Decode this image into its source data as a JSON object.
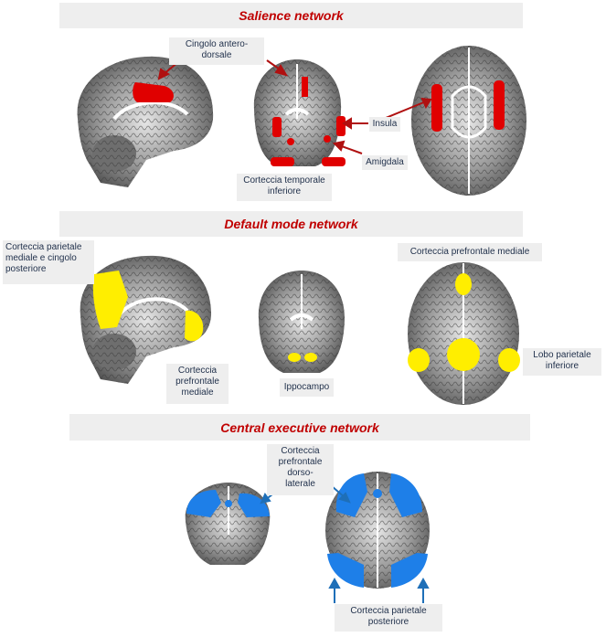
{
  "sections": {
    "salience": {
      "title": "Salience network",
      "labels": {
        "cingolo": "Cingolo antero-\ndorsale",
        "insula": "Insula",
        "amigdala": "Amigdala",
        "temporale": "Corteccia temporale\ninferiore"
      }
    },
    "default_mode": {
      "title": "Default mode network",
      "labels": {
        "parietale_mediale": "Corteccia parietale\nmediale e cingolo\nposteriore",
        "prefrontale_mediale_top": "Corteccia prefrontale mediale",
        "prefrontale_mediale_sag": "Corteccia\nprefrontale\nmediale",
        "ippocampo": "Ippocampo",
        "lobo_parietale": "Lobo parietale\ninferiore"
      }
    },
    "central_executive": {
      "title": "Central executive network",
      "labels": {
        "dorsolaterale": "Corteccia\nprefrontale\ndorso-\nlaterale",
        "parietale_posteriore": "Corteccia parietale\nposteriore"
      }
    }
  },
  "colors": {
    "salience": "#e00000",
    "default_mode": "#ffee00",
    "central_executive": "#1e7fe8",
    "arrow_red": "#b01010",
    "arrow_blue": "#1e6fb8",
    "title": "#c00000"
  }
}
